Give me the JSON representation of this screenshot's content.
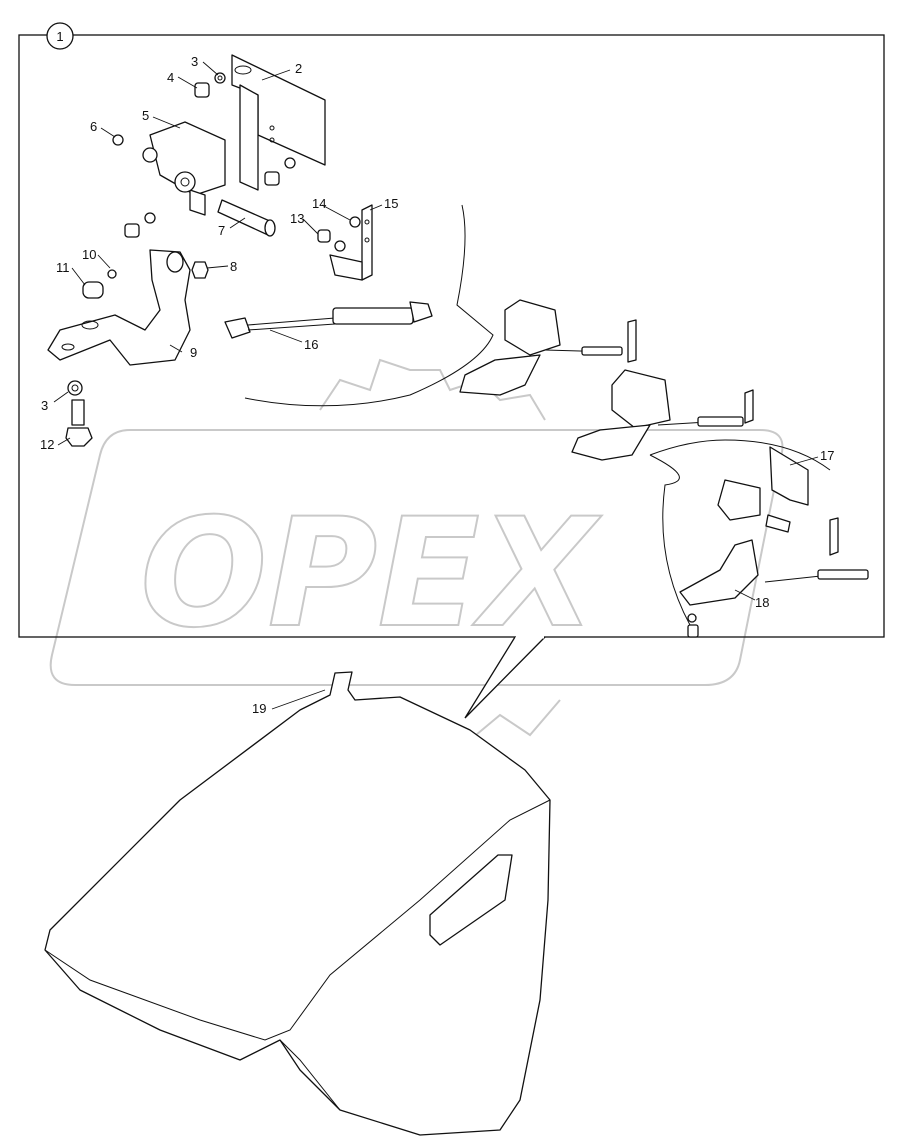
{
  "diagram": {
    "group_badge": "1",
    "watermark": "OPEX",
    "callouts": [
      "2",
      "3",
      "4",
      "5",
      "6",
      "7",
      "8",
      "9",
      "10",
      "11",
      "12",
      "13",
      "14",
      "15",
      "16",
      "17",
      "18",
      "19",
      "3"
    ]
  }
}
